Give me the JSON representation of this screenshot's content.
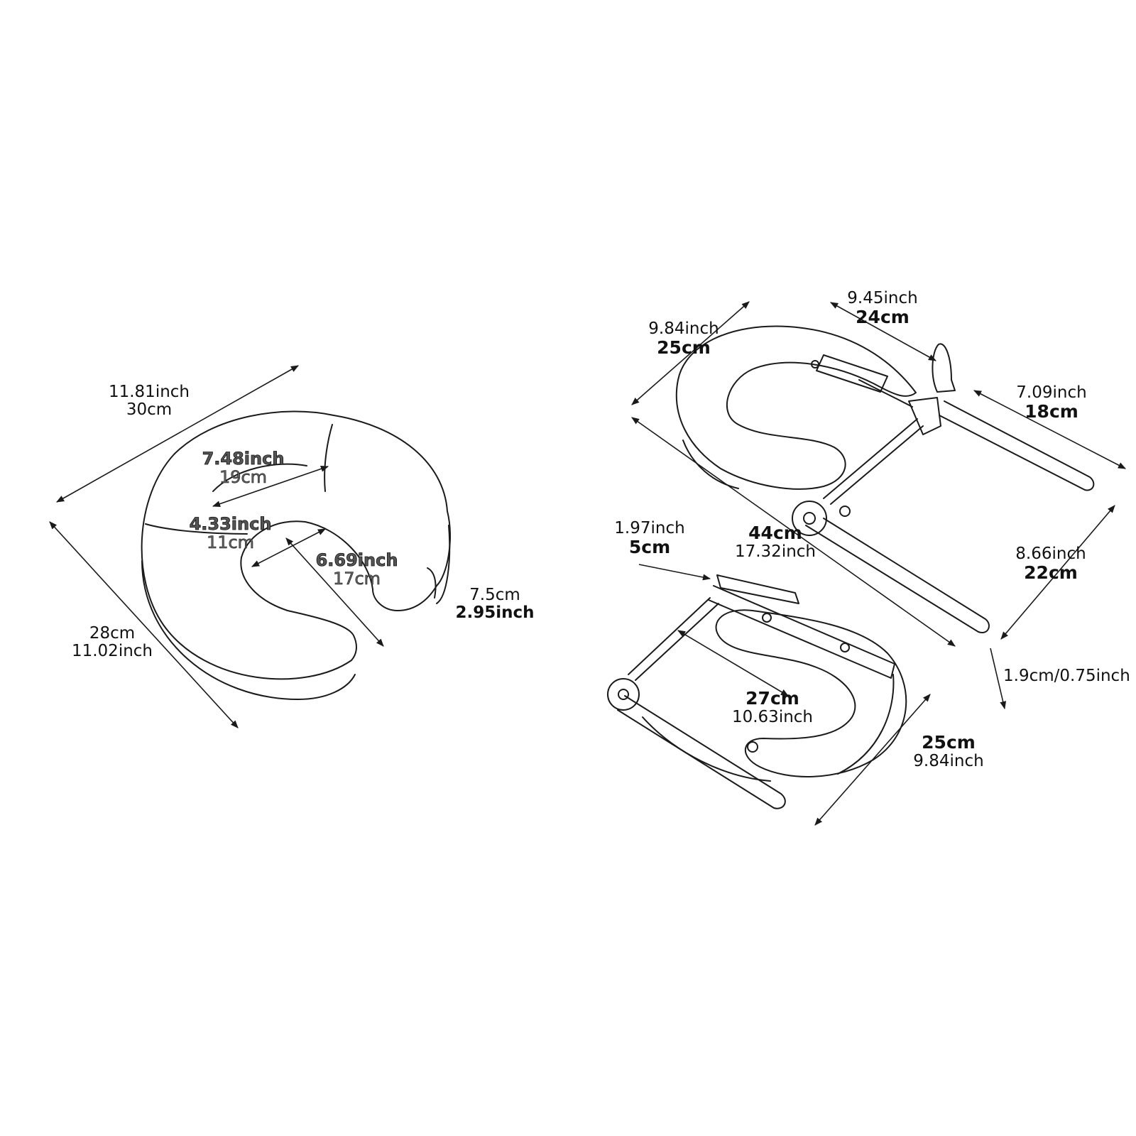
{
  "colors": {
    "background": "#ffffff",
    "line": "#1a1a1a",
    "text": "#111111"
  },
  "face_cushion": {
    "width": {
      "inch": "11.81inch",
      "cm": "30cm"
    },
    "depth": {
      "cm": "28cm",
      "inch": "11.02inch"
    },
    "inner_width": {
      "inch": "7.48inch",
      "cm": "19cm"
    },
    "opening": {
      "inch": "4.33inch",
      "cm": "11cm"
    },
    "arm_length": {
      "inch": "6.69inch",
      "cm": "17cm"
    },
    "thickness": {
      "cm": "7.5cm",
      "inch": "2.95inch"
    }
  },
  "headrest_frame": {
    "frame_width": {
      "inch": "9.84inch",
      "cm": "25cm"
    },
    "top_span": {
      "inch": "9.45inch",
      "cm": "24cm"
    },
    "bar_short": {
      "inch": "7.09inch",
      "cm": "18cm"
    },
    "bar_long": {
      "cm": "44cm",
      "inch": "17.32inch"
    },
    "bar_spacing": {
      "inch": "8.66inch",
      "cm": "22cm"
    },
    "tube_diameter": "1.9cm/0.75inch",
    "clamp": {
      "inch": "1.97inch",
      "cm": "5cm"
    }
  },
  "folded_frame": {
    "length": {
      "cm": "27cm",
      "inch": "10.63inch"
    },
    "width": {
      "cm": "25cm",
      "inch": "9.84inch"
    }
  }
}
